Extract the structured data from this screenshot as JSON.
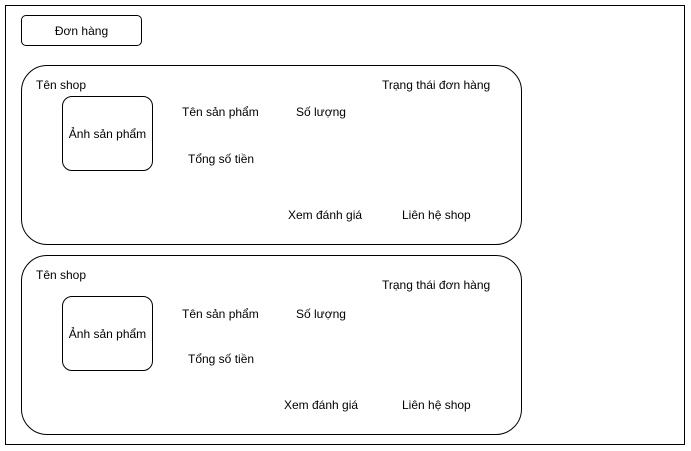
{
  "header": {
    "title": "Đơn hàng"
  },
  "orders": [
    {
      "shop_name": "Tên shop",
      "status": "Trạng thái đơn hàng",
      "product_image": "Ảnh sản phẩm",
      "product_name": "Tên sản phẩm",
      "quantity": "Số lượng",
      "total": "Tổng số tiền",
      "review_label": "Xem đánh giá",
      "contact_label": "Liên hệ shop"
    },
    {
      "shop_name": "Tên shop",
      "status": "Trạng thái đơn hàng",
      "product_image": "Ảnh sản phẩm",
      "product_name": "Tên sản phẩm",
      "quantity": "Số lượng",
      "total": "Tổng số tiền",
      "review_label": "Xem đánh giá",
      "contact_label": "Liên hệ shop"
    }
  ]
}
